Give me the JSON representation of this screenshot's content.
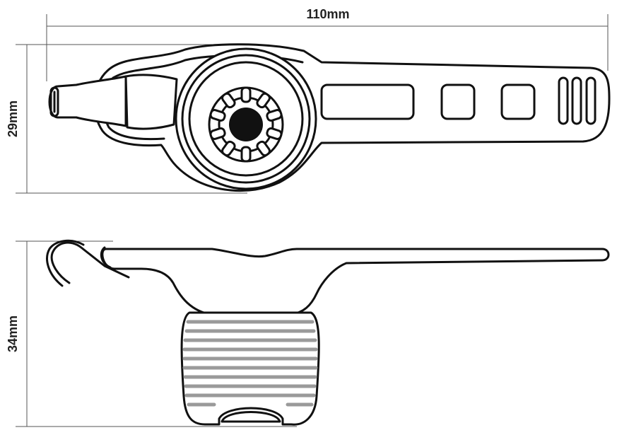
{
  "dimensions": {
    "width_label": "110mm",
    "height_top_label": "29mm",
    "height_side_label": "34mm"
  },
  "colors": {
    "outline": "#111111",
    "dimension_line": "#555555",
    "strap_stripe": "#9a9a9a",
    "lens": "#111111"
  }
}
